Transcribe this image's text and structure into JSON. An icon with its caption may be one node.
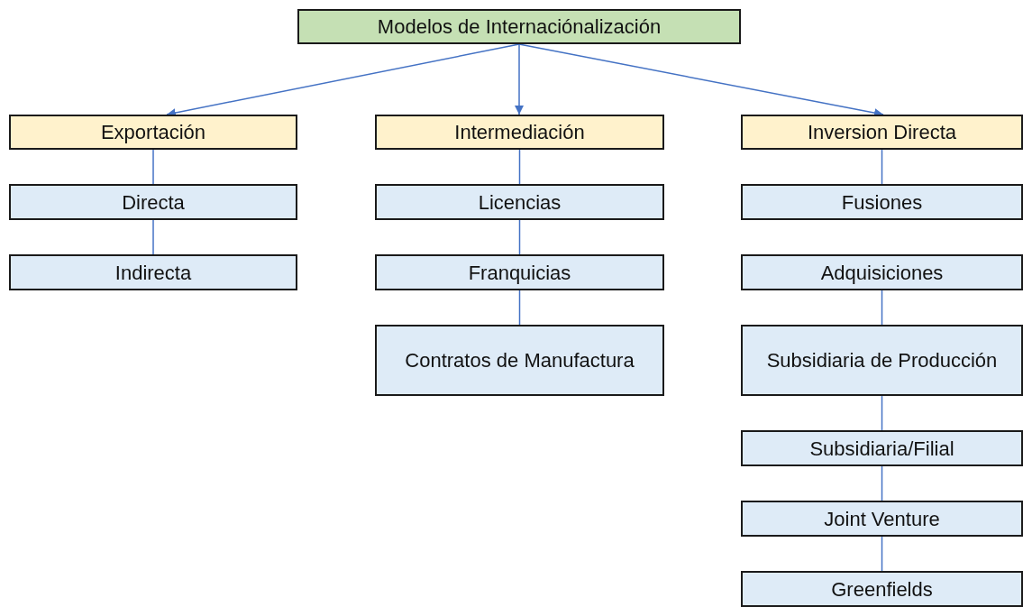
{
  "diagram": {
    "nodes": [
      {
        "text": [
          "Modelos de Internaciónalización"
        ]
      },
      {
        "text": [
          "Exportación"
        ]
      },
      {
        "text": [
          "Intermediación"
        ]
      },
      {
        "text": [
          "Inversion Directa"
        ]
      },
      {
        "text": [
          "Directa"
        ]
      },
      {
        "text": [
          "Indirecta"
        ]
      },
      {
        "text": [
          "Licencias"
        ]
      },
      {
        "text": [
          "Franquicias"
        ]
      },
      {
        "text": [
          "Contratos de Manufactura"
        ]
      },
      {
        "text": [
          "Fusiones"
        ]
      },
      {
        "text": [
          "Adquisiciones"
        ]
      },
      {
        "text": [
          "Subsidiaria de Producción"
        ]
      },
      {
        "text": [
          "Subsidiaria/Filial"
        ]
      },
      {
        "text": [
          "Joint Venture"
        ]
      },
      {
        "text": [
          "Greenfields"
        ]
      }
    ],
    "edges": [
      {
        "from": 0,
        "to": 1,
        "arrow": "to"
      },
      {
        "from": 0,
        "to": 2,
        "arrow": "to"
      },
      {
        "from": 0,
        "to": 3,
        "arrow": "to"
      },
      {
        "from": 1,
        "to": 4,
        "arrow": "none"
      },
      {
        "from": 4,
        "to": 5,
        "arrow": "none"
      },
      {
        "from": 2,
        "to": 6,
        "arrow": "none"
      },
      {
        "from": 6,
        "to": 7,
        "arrow": "none"
      },
      {
        "from": 7,
        "to": 8,
        "arrow": "none"
      },
      {
        "from": 3,
        "to": 9,
        "arrow": "none"
      },
      {
        "from": 10,
        "to": 11,
        "arrow": "none"
      },
      {
        "from": 11,
        "to": 12,
        "arrow": "none"
      },
      {
        "from": 12,
        "to": 13,
        "arrow": "none"
      },
      {
        "from": 13,
        "to": 14,
        "arrow": "none"
      }
    ]
  }
}
